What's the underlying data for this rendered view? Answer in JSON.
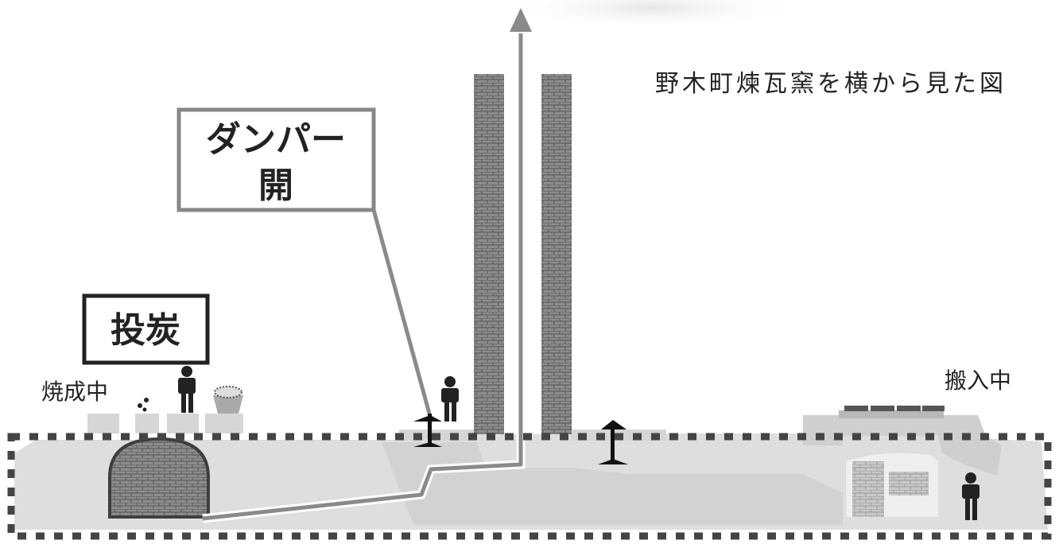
{
  "caption": "野木町煉瓦窯を横から見た図",
  "labels": {
    "firing": "焼成中",
    "loading": "搬入中"
  },
  "callouts": {
    "damper_line1": "ダンパー",
    "damper_line2": "開",
    "coal": "投炭"
  },
  "colors": {
    "kiln_body": "#dcdcdc",
    "brick": "#7d7d7d",
    "brick_light": "#bdbdbd",
    "flue_line": "#8a8a8a",
    "box_border": "#888888",
    "coal_box_border": "#333333",
    "person": "#222222",
    "dash": "#444444"
  }
}
